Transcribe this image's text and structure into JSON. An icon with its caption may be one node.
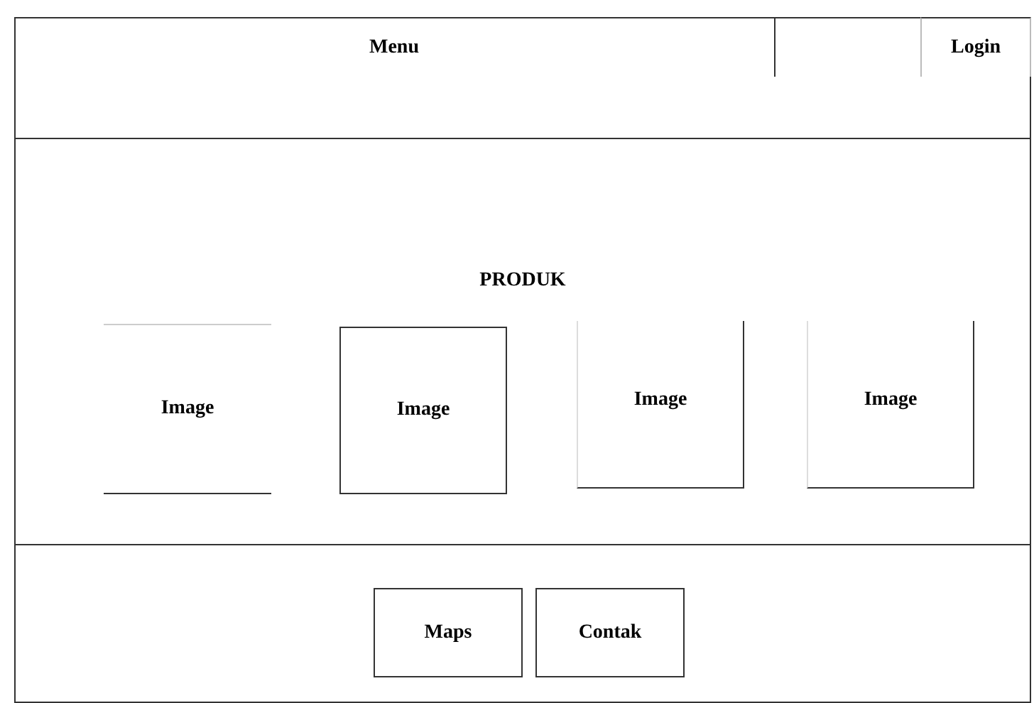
{
  "diagram": {
    "nodes": [
      {
        "text": [
          "Menu"
        ]
      },
      {
        "text": [],
        "shape": "box"
      },
      {
        "text": [
          "Login"
        ]
      },
      {
        "text": [
          "PRODUK"
        ]
      },
      {
        "text": [
          "Image"
        ],
        "in": 3
      },
      {
        "text": [
          "Image"
        ],
        "in": 3
      },
      {
        "text": [
          "Image"
        ],
        "in": 3
      },
      {
        "text": [
          "Image"
        ],
        "in": 3
      },
      {
        "text": [],
        "shape": "box"
      },
      {
        "text": [
          "Maps"
        ],
        "in": 8
      },
      {
        "text": [
          "Contak"
        ],
        "in": 8
      }
    ]
  }
}
